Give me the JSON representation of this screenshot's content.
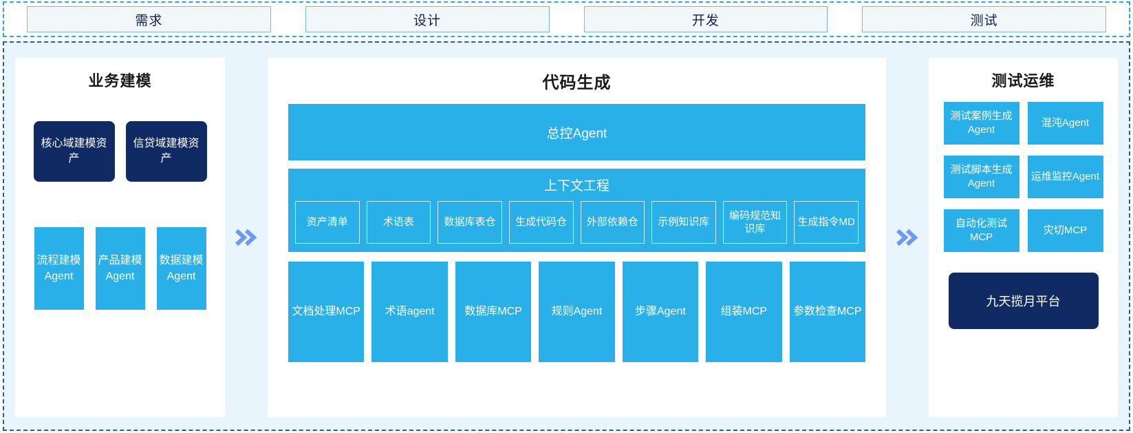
{
  "stages": {
    "items": [
      {
        "label": "需求"
      },
      {
        "label": "设计"
      },
      {
        "label": "开发"
      },
      {
        "label": "测试"
      }
    ]
  },
  "colors": {
    "accent_blue": "#29b0e8",
    "dark_navy": "#102a63",
    "panel_bg": "#e9f5fd",
    "stage_border": "#7cb9d2",
    "arrow": "#6b9bf0"
  },
  "left_panel": {
    "title": "业务建模",
    "assets": [
      {
        "label": "核心域建模资产"
      },
      {
        "label": "信贷域建模资产"
      }
    ],
    "agents": [
      {
        "label": "流程建模Agent"
      },
      {
        "label": "产品建模Agent"
      },
      {
        "label": "数据建模Agent"
      }
    ]
  },
  "arrow_left": {
    "icon": "double-chevron-right-icon",
    "glyph": "»"
  },
  "center_panel": {
    "title": "代码生成",
    "controller": {
      "label": "总控Agent"
    },
    "context": {
      "title": "上下文工程",
      "items": [
        {
          "label": "资产清单"
        },
        {
          "label": "术语表"
        },
        {
          "label": "数据库表仓"
        },
        {
          "label": "生成代码仓"
        },
        {
          "label": "外部依赖仓"
        },
        {
          "label": "示例知识库"
        },
        {
          "label": "编码规范知识库"
        },
        {
          "label": "生成指令MD"
        }
      ]
    },
    "tools": [
      {
        "label": "文档处理MCP"
      },
      {
        "label": "术语agent"
      },
      {
        "label": "数据库MCP"
      },
      {
        "label": "规则Agent"
      },
      {
        "label": "步骤Agent"
      },
      {
        "label": "组装MCP"
      },
      {
        "label": "参数检查MCP"
      }
    ]
  },
  "arrow_right": {
    "icon": "double-chevron-right-icon",
    "glyph": "»"
  },
  "right_panel": {
    "title": "测试运维",
    "rows": [
      [
        {
          "label": "测试案例生成Agent"
        },
        {
          "label": "混沌Agent"
        }
      ],
      [
        {
          "label": "测试脚本生成Agent"
        },
        {
          "label": "运维监控Agent"
        }
      ],
      [
        {
          "label": "自动化测试MCP"
        },
        {
          "label": "灾切MCP"
        }
      ]
    ],
    "platform": {
      "label": "九天揽月平台"
    }
  }
}
